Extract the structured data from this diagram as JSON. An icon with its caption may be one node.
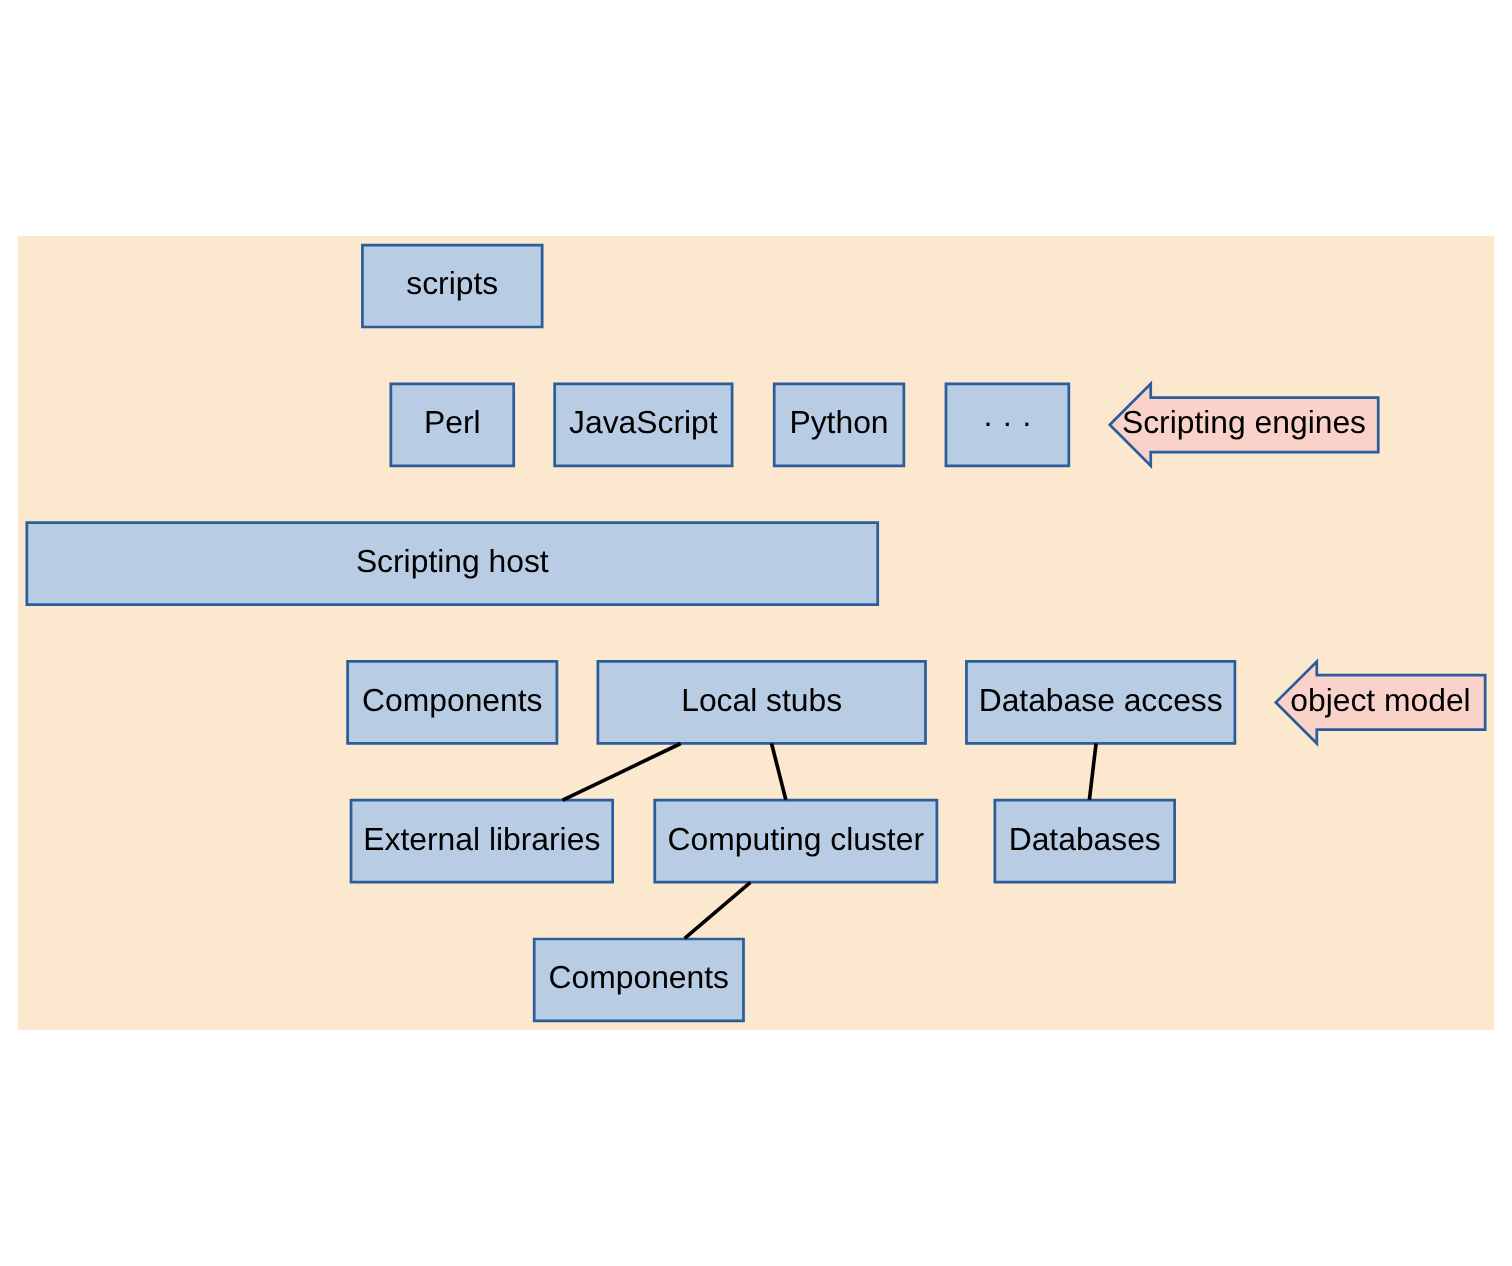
{
  "diagram": {
    "nodes": [
      {
        "text": [
          "scripts"
        ]
      },
      {
        "text": [
          "Perl"
        ]
      },
      {
        "text": [
          "JavaScript"
        ]
      },
      {
        "text": [
          "Python"
        ]
      },
      {
        "text": [
          "· · ·"
        ]
      },
      {
        "text": [
          "Scripting engines"
        ]
      },
      {
        "text": [
          "Scripting host"
        ]
      },
      {
        "text": [
          "Components"
        ]
      },
      {
        "text": [
          "Local stubs"
        ]
      },
      {
        "text": [
          "Database access"
        ]
      },
      {
        "text": [
          "object model"
        ]
      },
      {
        "text": [
          "External libraries"
        ]
      },
      {
        "text": [
          "Computing cluster"
        ]
      },
      {
        "text": [
          "Databases"
        ]
      },
      {
        "text": [
          "Components"
        ]
      }
    ],
    "edges": [
      {
        "from": 8,
        "to": 11,
        "arrow": "none"
      },
      {
        "from": 8,
        "to": 12,
        "arrow": "none"
      },
      {
        "from": 9,
        "to": 13,
        "arrow": "none"
      },
      {
        "from": 12,
        "to": 14,
        "arrow": "none"
      }
    ]
  }
}
